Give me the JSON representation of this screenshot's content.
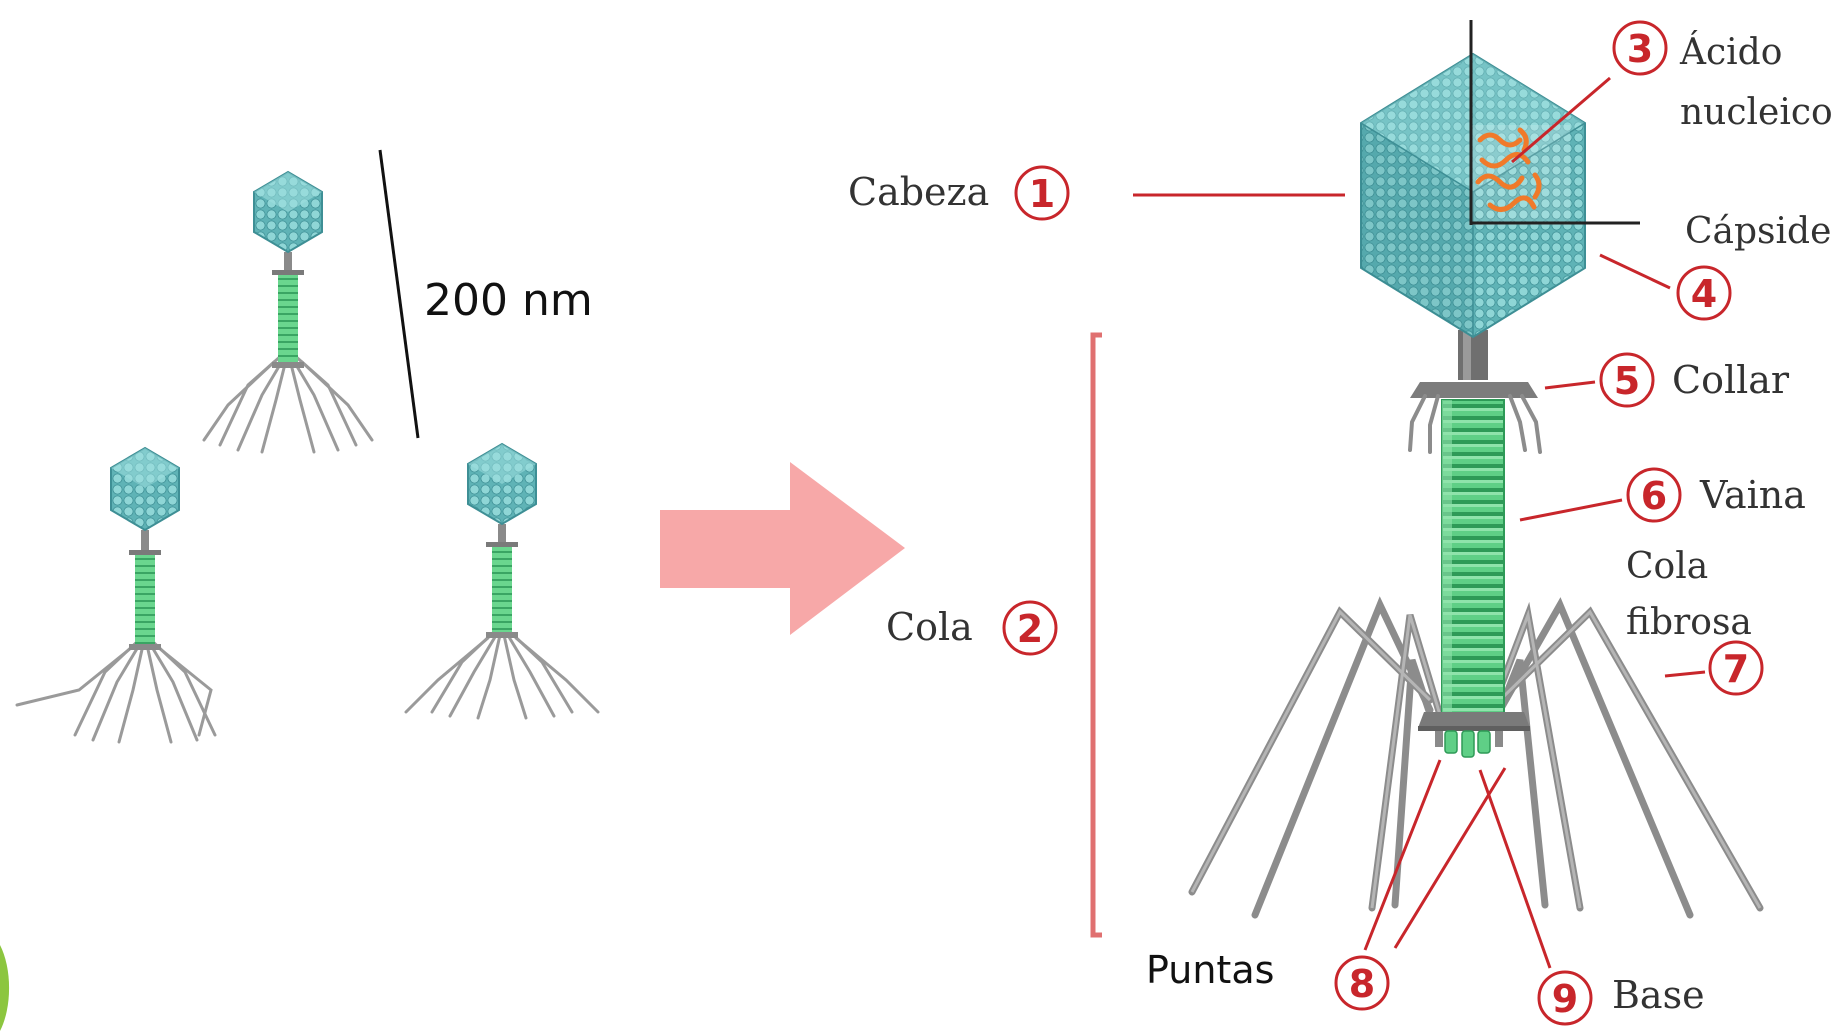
{
  "colors": {
    "capsid": "#6fc2c2",
    "capsid_dark": "#3e8f95",
    "sheath": "#5fcf86",
    "sheath_dark": "#2e9a57",
    "fiber": "#8c8c8c",
    "accent_red": "#c8262b",
    "arrow": "#f7a8a8",
    "nucleic": "#f07a2a",
    "corner_badge": "#8cc63f"
  },
  "scale_bar": {
    "label": "200 nm"
  },
  "labels": {
    "cabeza": "Cabeza",
    "cola": "Cola",
    "acido_nucleico_1": "Ácido",
    "acido_nucleico_2": "nucleico",
    "capside": "Cápside",
    "collar": "Collar",
    "vaina": "Vaina",
    "cola_fibrosa_1": "Cola",
    "cola_fibrosa_2": "fibrosa",
    "puntas": "Puntas",
    "base": "Base"
  },
  "numbers": {
    "n1": "1",
    "n2": "2",
    "n3": "3",
    "n4": "4",
    "n5": "5",
    "n6": "6",
    "n7": "7",
    "n8": "8",
    "n9": "9"
  }
}
